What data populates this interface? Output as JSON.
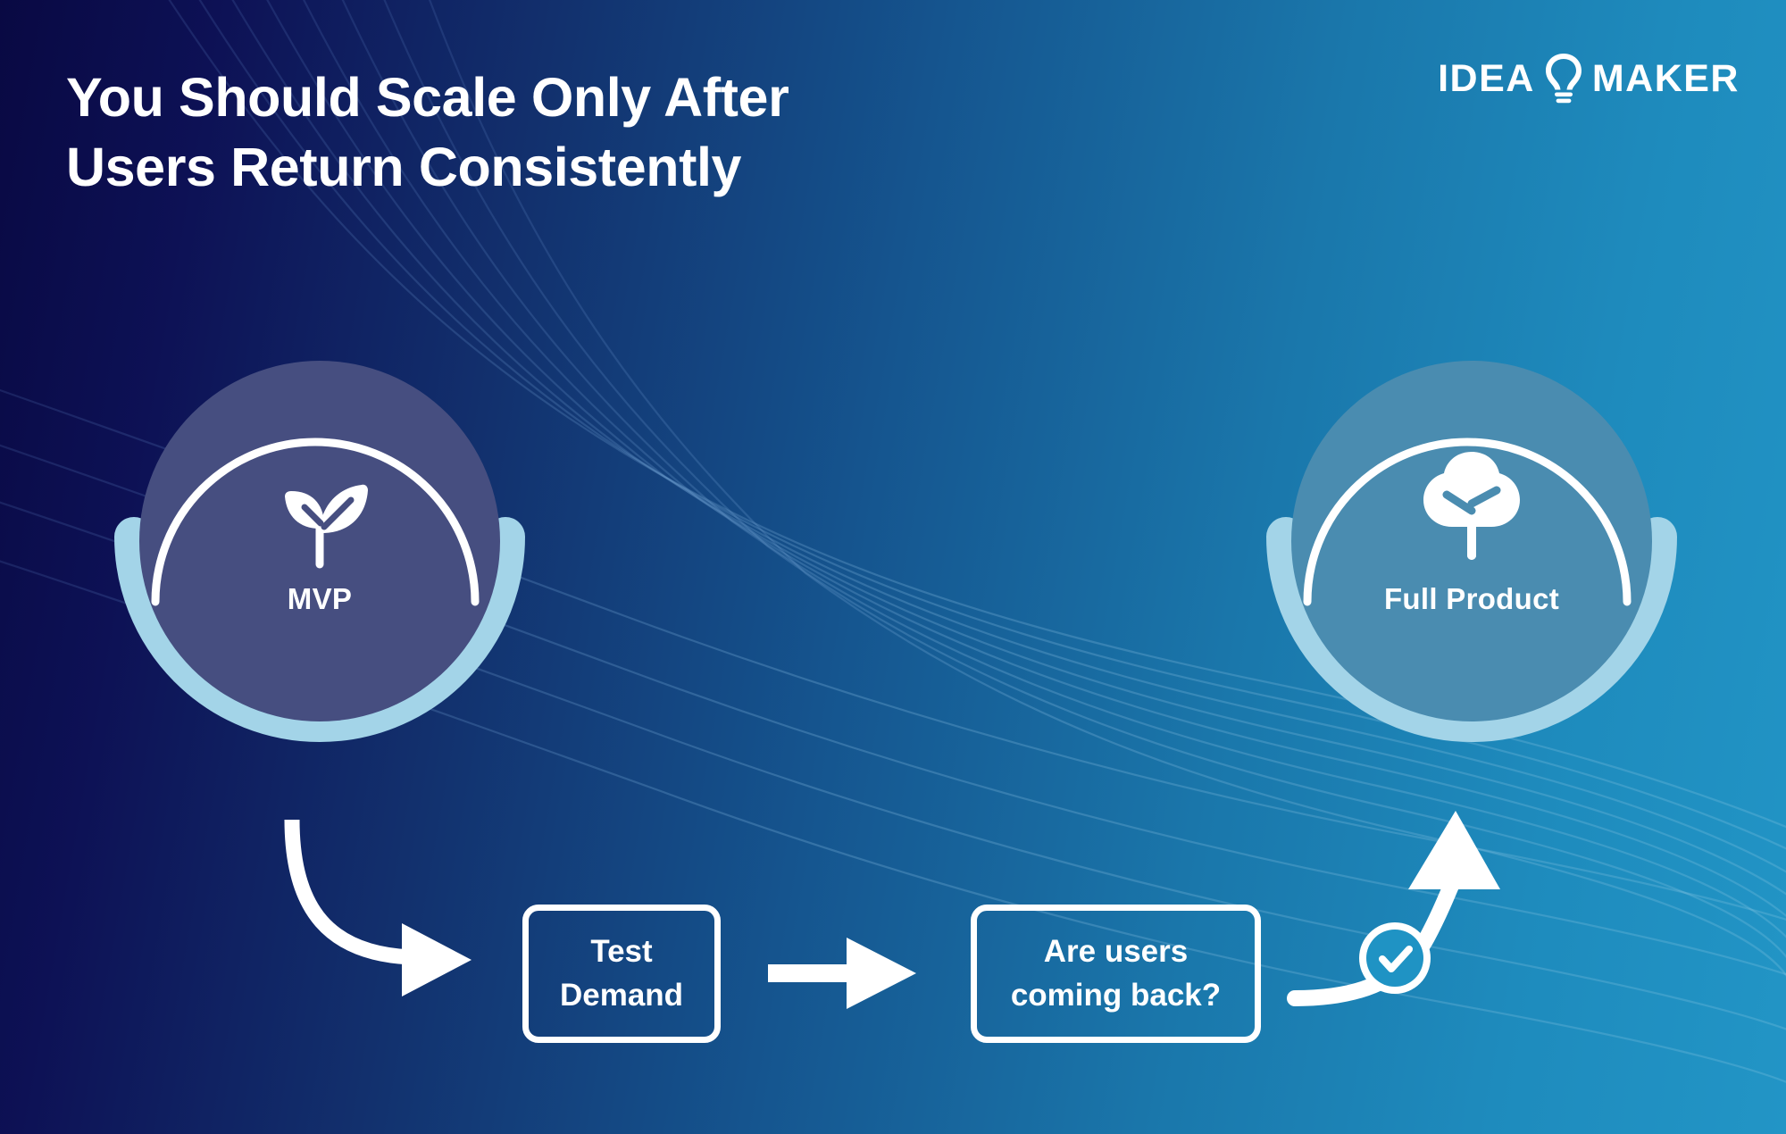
{
  "header": {
    "title_line1": "You Should Scale Only After",
    "title_line2": "Users Return Consistently",
    "logo_word1": "IDEA",
    "logo_word2": "MAKER",
    "logo_icon": "lightbulb-icon"
  },
  "nodes": [
    {
      "id": "mvp",
      "label": "MVP",
      "icon": "seedling-icon",
      "disc_color": "#464e80",
      "ring_color": "#ffffff",
      "arc_color": "#a3d4e8"
    },
    {
      "id": "full-product",
      "label": "Full Product",
      "icon": "tree-icon",
      "disc_color": "#4a8cb0",
      "ring_color": "#ffffff",
      "arc_color": "#a3d4e8"
    }
  ],
  "flow": {
    "test_demand_label": "Test\nDemand",
    "test_demand_line1": "Test",
    "test_demand_line2": "Demand",
    "retention_line1": "Are users",
    "retention_line2": "coming back?",
    "check_badge_icon": "check-circle-icon",
    "check_badge_color": "#1f93c4"
  },
  "connectors": [
    {
      "name": "mvp-to-test-demand",
      "style": "curved-arrow-down-right"
    },
    {
      "name": "test-demand-to-retention",
      "style": "straight-arrow-right"
    },
    {
      "name": "retention-to-full-product",
      "style": "curved-arrow-up-right"
    }
  ],
  "colors": {
    "background_start": "#090943",
    "background_end": "#2295c6",
    "accent_light_blue": "#a3d4e8",
    "white": "#ffffff"
  }
}
